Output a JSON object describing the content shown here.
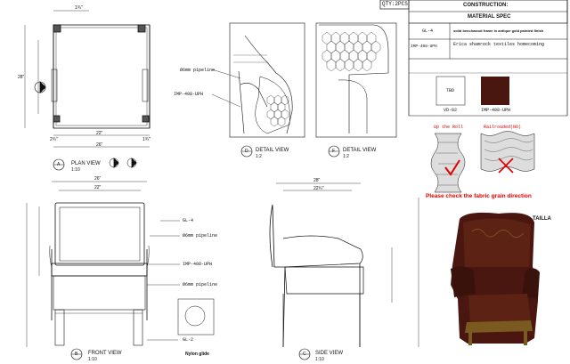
{
  "header": {
    "qty": "QTY:2PCS",
    "construction": "CONSTRUCTION:",
    "material_spec": "MATERIAL   SPEC"
  },
  "spec_rows": [
    {
      "code": "GL-4",
      "desc": "solid beechwood frame in antique gold painted finish"
    },
    {
      "code": "IMP-408-UPH",
      "desc": "Erica shamrock textiles homecoming"
    }
  ],
  "swatches": [
    {
      "label": "TBD",
      "code": "VD-02",
      "color": "#ffffff"
    },
    {
      "label": "",
      "code": "IMP-408-UPH",
      "color": "#4a1710"
    }
  ],
  "grain": {
    "left_label": "Up the Roll",
    "right_label": "Railroaded(NO)",
    "warning": "Please check the fabric grain direction"
  },
  "brand": "TAILLA",
  "colors": {
    "red": "#e00000",
    "upholstery": "#4a1710",
    "wood": "#7a5a20"
  },
  "views": {
    "plan": {
      "letter": "A",
      "name": "PLAN VIEW",
      "scale": "1:10",
      "dim_top": "1¾\"",
      "dim_width": "22\"",
      "dim_left": "28\"",
      "dim_overall": "26\"",
      "dim_a": "2¾\"",
      "dim_b": "1¾\""
    },
    "detail_d": {
      "letter": "D",
      "name": "DETAIL VIEW",
      "scale": "1:2"
    },
    "detail_f": {
      "letter": "F",
      "name": "DETAIL VIEW",
      "scale": "1:2"
    },
    "front": {
      "letter": "B",
      "name": "FRONT VIEW",
      "scale": "1:10",
      "dim_top": "26\"",
      "dim_inner": "22\""
    },
    "side": {
      "letter": "C",
      "name": "SIDE VIEW",
      "scale": "1:10",
      "dim_top": "28\"",
      "dim_inner": "22¾\""
    }
  },
  "callouts": {
    "pipe1": "Ø6mm pipeline",
    "imp1": "IMP-408-UPH",
    "gl4": "GL-4",
    "pipe2": "Ø6mm pipeline",
    "imp2": "IMP-408-UPH",
    "pipe3": "Ø6mm pipeline",
    "gl2": "GL-2",
    "nylon": "Nylon glide"
  }
}
